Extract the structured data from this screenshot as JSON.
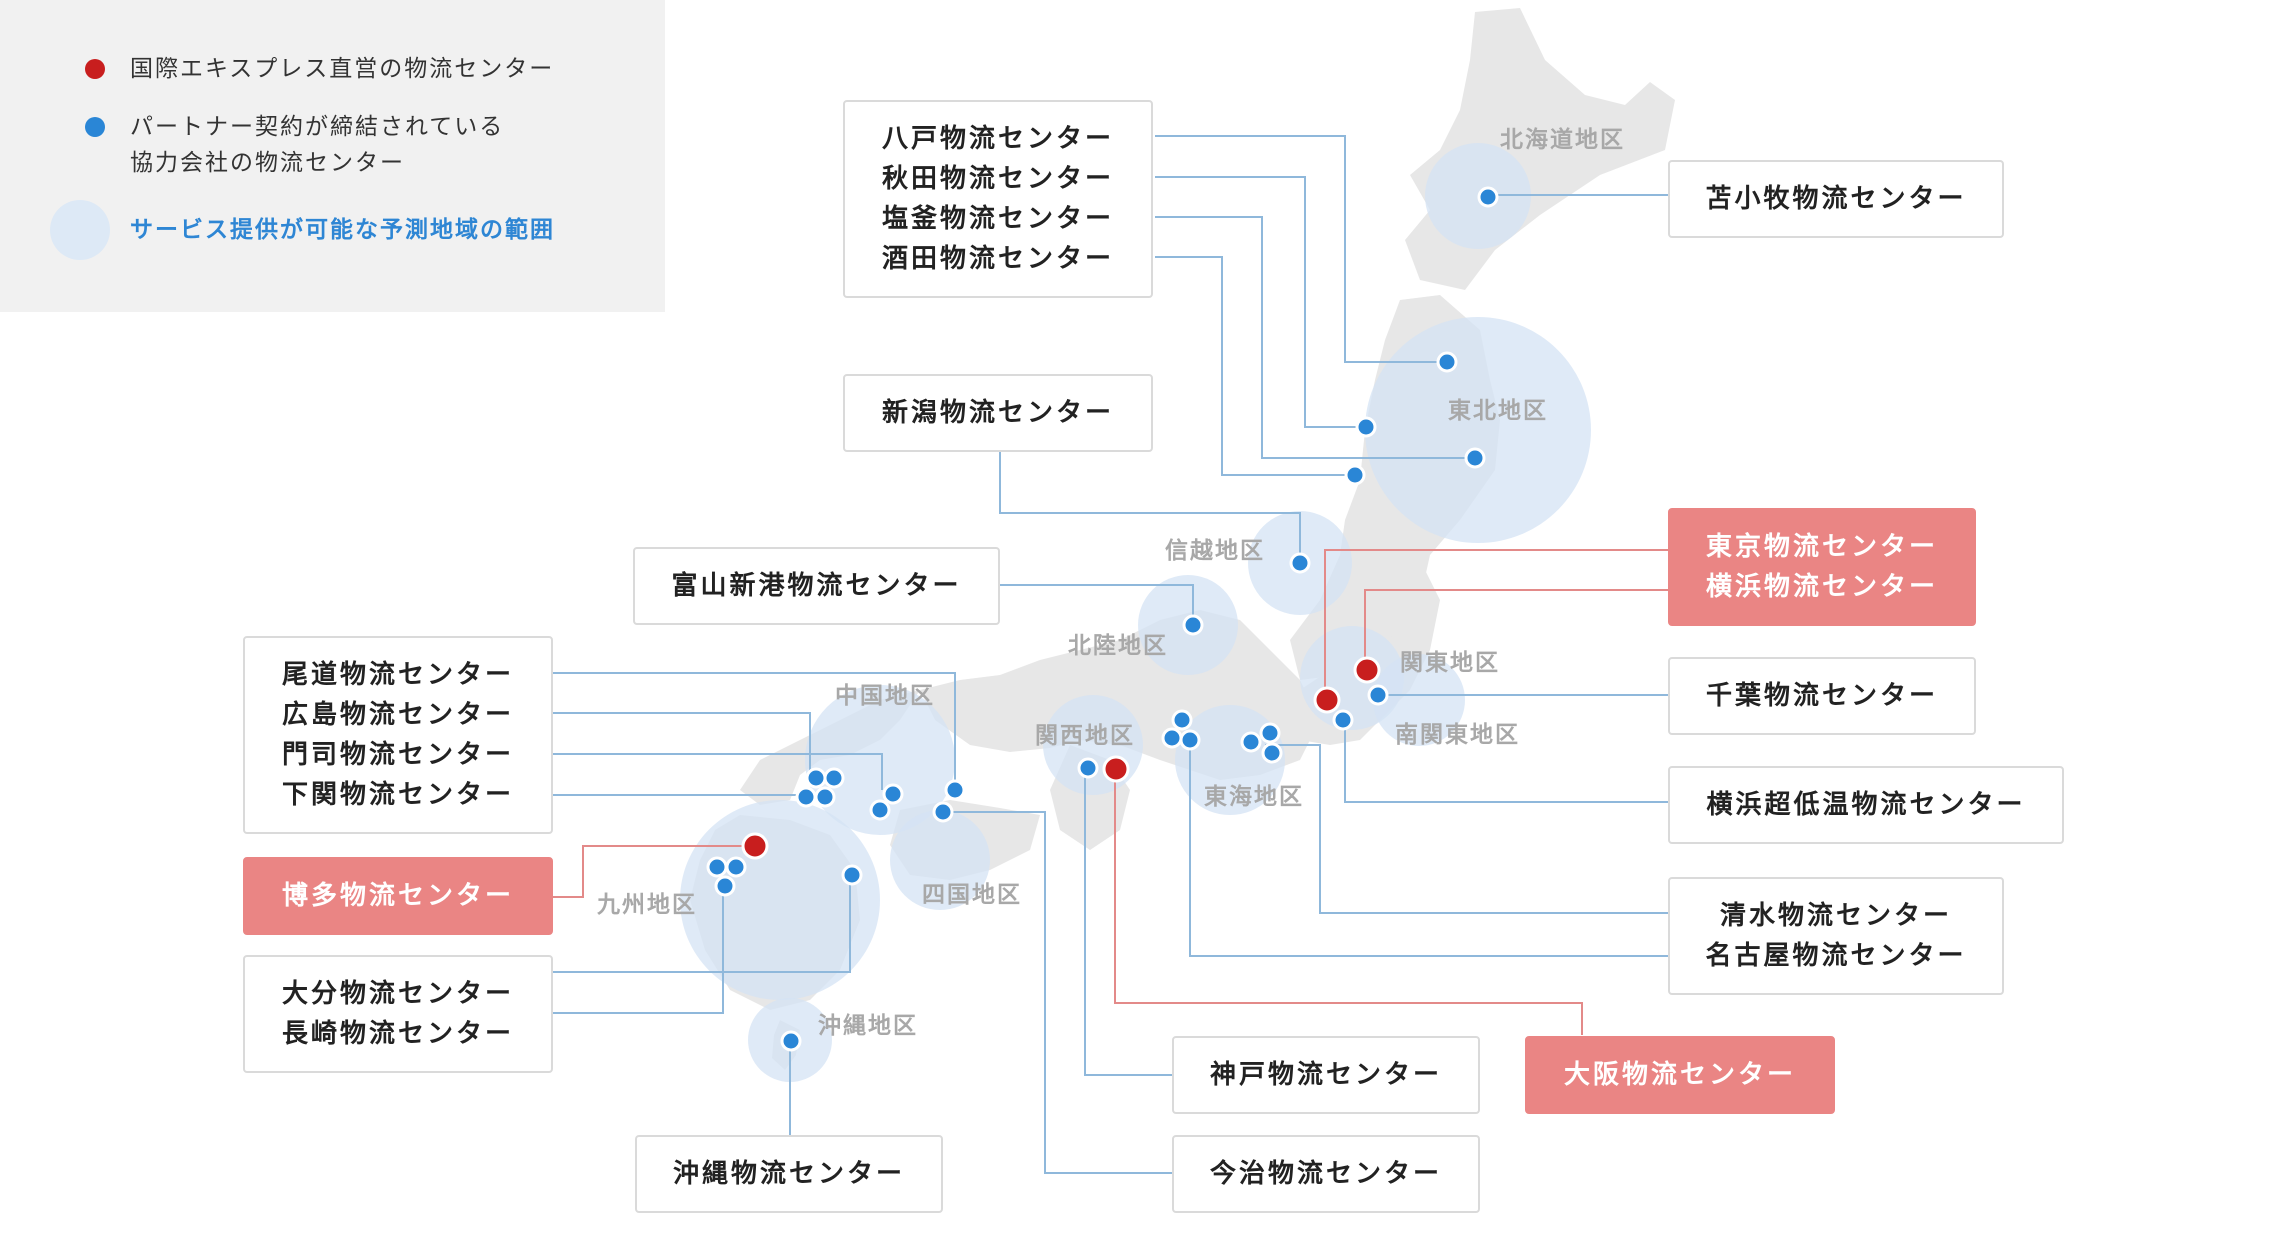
{
  "legend": {
    "direct": "国際エキスプレス直営の物流センター",
    "partner_line1": "パートナー契約が締結されている",
    "partner_line2": "協力会社の物流センター",
    "area": "サービス提供が可能な予測地域の範囲"
  },
  "regions": {
    "hokkaido": "北海道地区",
    "tohoku": "東北地区",
    "shinetsu": "信越地区",
    "hokuriku": "北陸地区",
    "kanto": "関東地区",
    "minamikanto": "南関東地区",
    "tokai": "東海地区",
    "kansai": "関西地区",
    "chugoku": "中国地区",
    "shikoku": "四国地区",
    "kyushu": "九州地区",
    "okinawa": "沖縄地区"
  },
  "centers": {
    "north_group": [
      "八戸物流センター",
      "秋田物流センター",
      "塩釜物流センター",
      "酒田物流センター"
    ],
    "tomakomai": "苫小牧物流センター",
    "niigata": "新潟物流センター",
    "toyama": "富山新港物流センター",
    "tokyo_yokohama": [
      "東京物流センター",
      "横浜物流センター"
    ],
    "chiba": "千葉物流センター",
    "yokohama_cold": "横浜超低温物流センター",
    "shimizu_nagoya": [
      "清水物流センター",
      "名古屋物流センター"
    ],
    "osaka": "大阪物流センター",
    "kobe": "神戸物流センター",
    "imabari": "今治物流センター",
    "chugoku_group": [
      "尾道物流センター",
      "広島物流センター",
      "門司物流センター",
      "下関物流センター"
    ],
    "hakata": "博多物流センター",
    "oita_nagasaki": [
      "大分物流センター",
      "長崎物流センター"
    ],
    "okinawa": "沖縄物流センター"
  },
  "colors": {
    "direct": "#c81e1e",
    "partner": "#2a86d6",
    "area": "#dde9f6",
    "land": "#e6e6e6",
    "line_partner": "#8fb8db",
    "line_direct": "#e38a89",
    "highlight_box": "#ea8584"
  }
}
